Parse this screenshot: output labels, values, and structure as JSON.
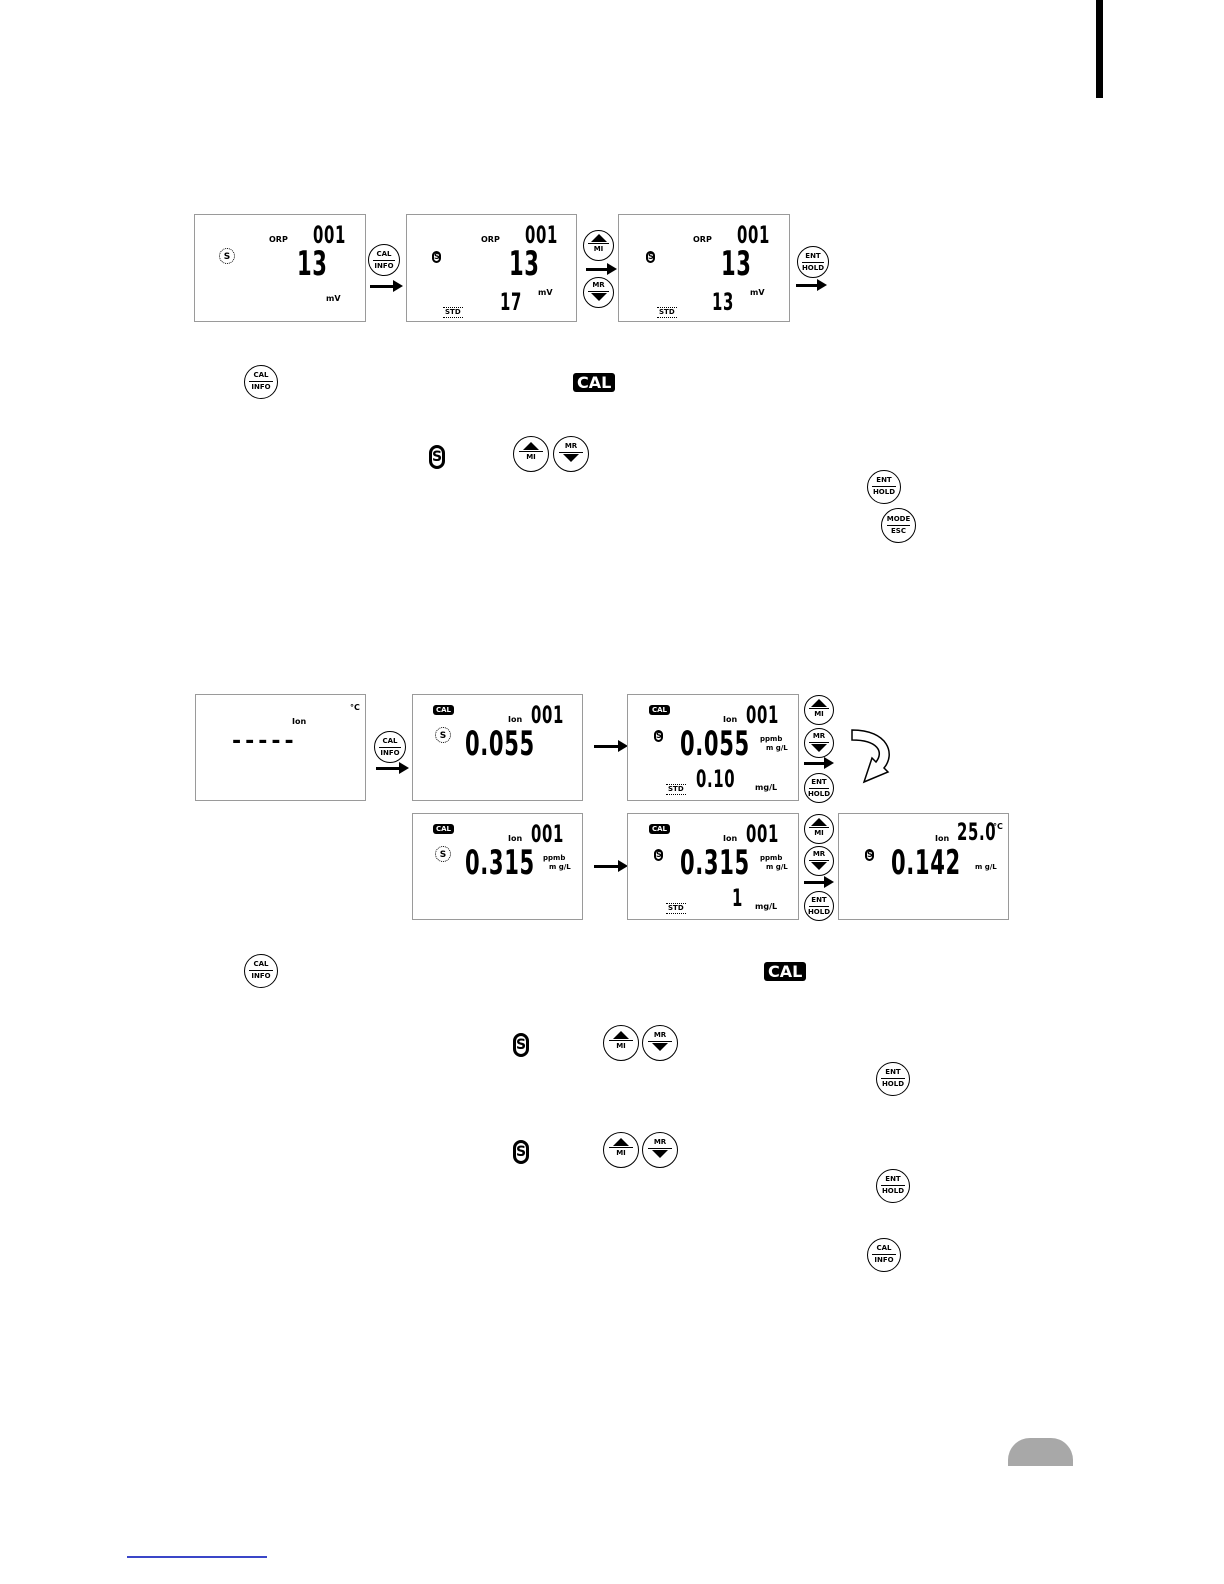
{
  "keys": {
    "cal_info": {
      "top": "CAL",
      "bottom": "INFO"
    },
    "ent_hold": {
      "top": "ENT",
      "bottom": "HOLD"
    },
    "mode_esc": {
      "top": "MODE",
      "bottom": "ESC"
    },
    "mi": "MI",
    "mr": "MR"
  },
  "icons": {
    "cal_badge": "CAL",
    "s_icon": "S",
    "sun_icon": "sun-icon",
    "std": "STD"
  },
  "orp_section": {
    "panel1": {
      "mode": "ORP",
      "index": "001",
      "reading": "13",
      "unit": "mV"
    },
    "panel2": {
      "mode": "ORP",
      "index": "001",
      "reading": "13",
      "standard": "17",
      "unit": "mV"
    },
    "panel3": {
      "mode": "ORP",
      "index": "001",
      "reading": "13",
      "standard": "13",
      "unit": "mV"
    }
  },
  "ion_section": {
    "panel1": {
      "mode": "Ion",
      "temp_unit": "°C",
      "reading": "-----"
    },
    "panel2": {
      "mode": "Ion",
      "index": "001",
      "reading": "0.055"
    },
    "panel3": {
      "mode": "Ion",
      "index": "001",
      "reading": "0.055",
      "unit_top": "ppmb",
      "unit_bottom": "m g/L",
      "standard": "0.10",
      "std_unit": "mg/L"
    },
    "panel4": {
      "mode": "Ion",
      "index": "001",
      "reading": "0.315",
      "unit_top": "ppmb",
      "unit_bottom": "m g/L"
    },
    "panel5": {
      "mode": "Ion",
      "index": "001",
      "reading": "0.315",
      "unit_top": "ppmb",
      "unit_bottom": "m g/L",
      "standard": "1",
      "std_unit": "mg/L"
    },
    "panel6": {
      "mode": "Ion",
      "temp": "25.0",
      "temp_unit": "°C",
      "reading": "0.142",
      "unit_bottom": "m g/L"
    }
  },
  "colors": {
    "link_line": "#3a46c8",
    "page_tab": "#a8a8a8"
  }
}
